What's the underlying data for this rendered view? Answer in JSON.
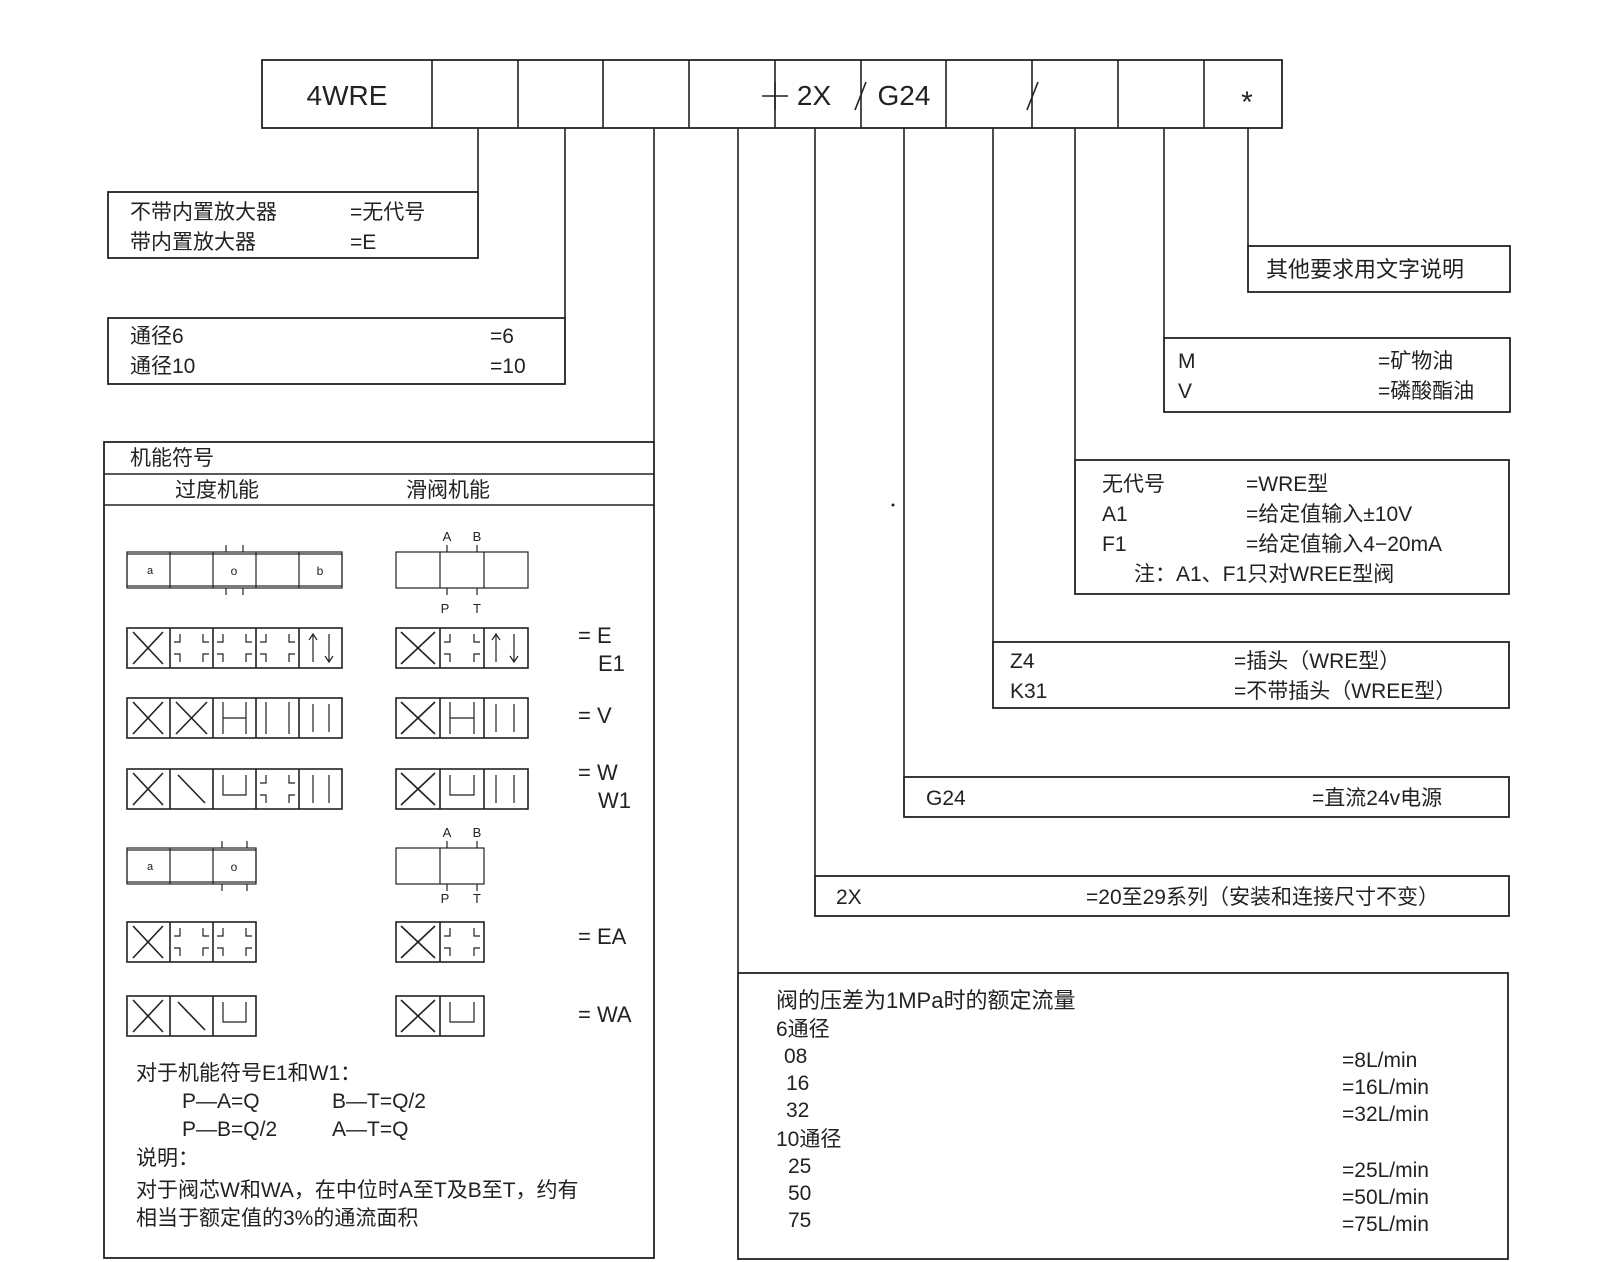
{
  "code_cells": [
    "4WRE",
    "",
    "",
    "",
    "",
    "2X",
    "G24",
    "",
    "",
    "",
    "*"
  ],
  "code_separators": {
    "dash": "—",
    "slash": "/"
  },
  "boxes": {
    "amplifier": [
      {
        "label": "不带内置放大器",
        "value": "=无代号"
      },
      {
        "label": "带内置放大器",
        "value": "=E"
      }
    ],
    "size": [
      {
        "label": "通径6",
        "value": "=6"
      },
      {
        "label": "通径10",
        "value": "=10"
      }
    ],
    "other": {
      "text": "其他要求用文字说明"
    },
    "fluid": [
      {
        "label": "M",
        "value": "=矿物油"
      },
      {
        "label": "V",
        "value": "=磷酸酯油"
      }
    ],
    "input": {
      "rows": [
        {
          "label": "无代号",
          "value": "=WRE型"
        },
        {
          "label": "A1",
          "value": "=给定值输入±10V"
        },
        {
          "label": "F1",
          "value": "=给定值输入4−20mA"
        }
      ],
      "note": "注：A1、F1只对WREE型阀"
    },
    "plug": [
      {
        "label": "Z4",
        "value": "=插头（WRE型）"
      },
      {
        "label": "K31",
        "value": "=不带插头（WREE型）"
      }
    ],
    "power": {
      "label": "G24",
      "value": "=直流24v电源"
    },
    "series": {
      "label": "2X",
      "value": "=20至29系列（安装和连接尺寸不变）"
    },
    "flow": {
      "title": "阀的压差为1MPa时的额定流量",
      "groups": [
        {
          "heading": "6通径",
          "rows": [
            {
              "code": "08",
              "value": "=8L/min"
            },
            {
              "code": "16",
              "value": "=16L/min"
            },
            {
              "code": "32",
              "value": "=32L/min"
            }
          ]
        },
        {
          "heading": "10通径",
          "rows": [
            {
              "code": "25",
              "value": "=25L/min"
            },
            {
              "code": "50",
              "value": "=50L/min"
            },
            {
              "code": "75",
              "value": "=75L/min"
            }
          ]
        }
      ]
    },
    "symbols": {
      "title": "机能符号",
      "col_transition": "过度机能",
      "col_spool": "滑阀机能",
      "ports": {
        "a": "A",
        "b": "B",
        "p": "P",
        "t": "T"
      },
      "sol": {
        "a": "a",
        "o": "o",
        "b": "b"
      },
      "rows": [
        {
          "label1": "= E",
          "label2": "E1",
          "style": "E"
        },
        {
          "label1": "= V",
          "label2": "",
          "style": "V"
        },
        {
          "label1": "= W",
          "label2": "W1",
          "style": "W"
        }
      ],
      "rows2": [
        {
          "label1": "= EA",
          "style": "E"
        },
        {
          "label1": "= WA",
          "style": "W"
        }
      ],
      "notes": [
        "对于机能符号E1和W1：",
        "P—A=Q",
        "B—T=Q/2",
        "P—B=Q/2",
        "A—T=Q",
        "说明：",
        "对于阀芯W和WA，在中位时A至T及B至T，约有",
        "相当于额定值的3%的通流面积"
      ]
    }
  }
}
